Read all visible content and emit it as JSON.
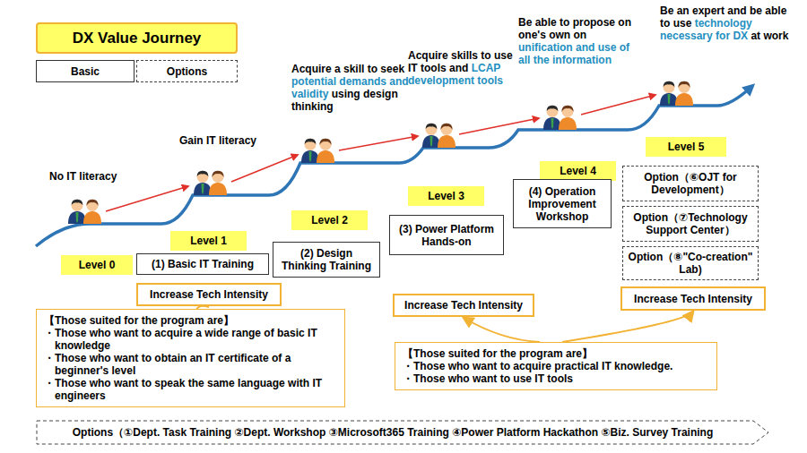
{
  "diagram": {
    "title": "DX Value Journey",
    "nodes": [
      {
        "text": [
          "Basic"
        ]
      },
      {
        "text": [
          "Options"
        ]
      },
      {
        "text": [
          "Level 0"
        ]
      },
      {
        "text": [
          "(1) Basic IT Training"
        ]
      },
      {
        "text": [
          "Level 1"
        ]
      },
      {
        "text": [
          "Increase Tech Intensity"
        ]
      },
      {
        "text": [
          "Level 2"
        ]
      },
      {
        "text": [
          "(2) Design Thinking Training"
        ]
      },
      {
        "text": [
          "Level 3"
        ]
      },
      {
        "text": [
          "(3) Power Platform Hands-on"
        ]
      },
      {
        "text": [
          "Level 4"
        ]
      },
      {
        "text": [
          "(4) Operation Improvement Workshop"
        ]
      },
      {
        "text": [
          "Level 5"
        ]
      },
      {
        "text": [
          "Option（⑥OJT for Development）"
        ]
      },
      {
        "text": [
          "Option（⑦Technology Support Center）"
        ]
      },
      {
        "text": [
          "Option（⑧\"Co-creation\" Lab)"
        ]
      },
      {
        "text": [
          "Increase Tech Intensity"
        ]
      },
      {
        "text": [
          "Increase Tech Intensity"
        ]
      },
      {
        "text": [
          "【Those suited for the program are】",
          "・Those who want to acquire a wide range of basic IT knowledge",
          "・Those who want to obtain an IT certificate of a beginner's level",
          "・Those who want to speak the same language with IT engineers"
        ]
      },
      {
        "text": [
          "【Those suited for the program are】",
          "・Those who want to acquire practical IT knowledge.",
          "・Those who want to use IT tools"
        ]
      },
      {
        "text": [
          "Options（①Dept. Task Training ②Dept. Workshop ③Microsoft365 Training ④Power Platform Hackathon ⑤Biz. Survey Training"
        ]
      }
    ],
    "edges": [
      {
        "from": 18,
        "to": 5,
        "arrow": "none"
      },
      {
        "from": 19,
        "to": 16,
        "arrow": "to"
      },
      {
        "from": 19,
        "to": 17,
        "arrow": "to"
      }
    ],
    "labels": [
      "No IT literacy",
      "Gain IT literacy",
      "Acquire a skill to seek",
      "potential demands and validity",
      "using design thinking",
      "Acquire skills to use IT tools and",
      "LCAP development tools",
      "Be able to propose on one's own on",
      "unification and use of all the information",
      "Be an expert and be able to use",
      "technology necessary for DX",
      "at work"
    ]
  }
}
